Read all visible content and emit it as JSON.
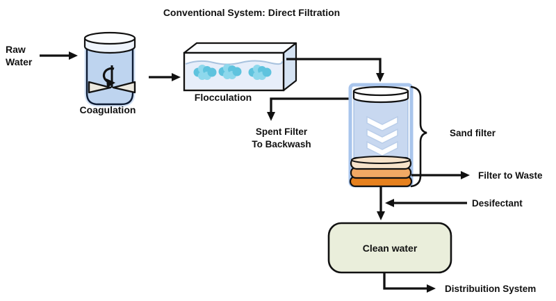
{
  "title": {
    "text": "Conventional System: Direct Filtration",
    "mark": "·"
  },
  "labels": {
    "raw_water_line1": "Raw",
    "raw_water_line2": "Water",
    "coagulation": "Coagulation",
    "flocculation": "Flocculation",
    "spent_filter_line1": "Spent Filter",
    "spent_filter_line2": "To Backwash",
    "sand_filter": "Sand filter",
    "filter_to_waste": "Filter to Waste",
    "desifectant": "Desifectant",
    "clean_water": "Clean water",
    "distribution": "Distribuition System"
  },
  "colors": {
    "line": "#111111",
    "jar_fill": "#bed4ef",
    "jar_glow": "#d3e2f5",
    "jar_rim": "#eef4fc",
    "propeller": "#ece9e0",
    "tank_top": "#fbfdff",
    "tank_side": "#d5e3f3",
    "tank_front": "#fdfeff",
    "tank_water": "#e7eefa",
    "floc_dark": "#5fc3de",
    "floc_light": "#8ed8ec",
    "filter_body": "#c8d8f0",
    "filter_glow": "#a9c5ec",
    "chevron_fill": "#ffffff",
    "chevron_edge": "#b9cde9",
    "lid_fill": "#ffffff",
    "sand_light": "#f7e3ca",
    "sand_mid": "#f0a864",
    "sand_dark": "#e6811f",
    "clean_water_fill": "#eaeedb"
  }
}
